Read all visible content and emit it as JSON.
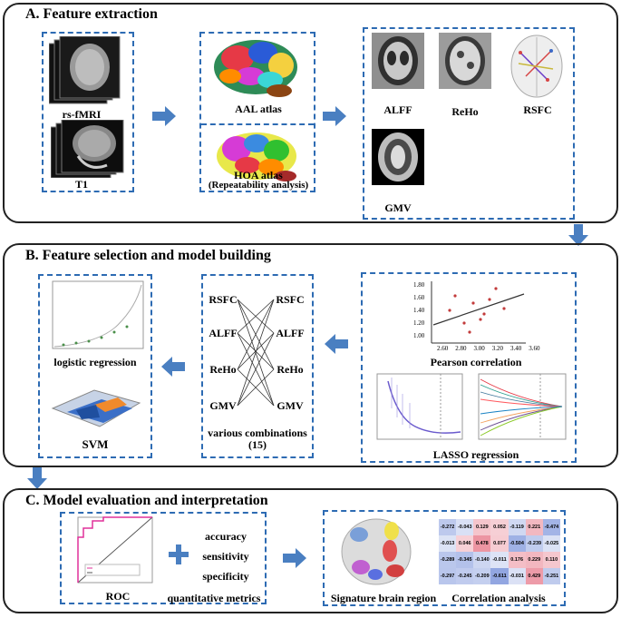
{
  "sections": {
    "a": {
      "title": "A. Feature extraction",
      "rs_fmri": "rs-fMRI",
      "t1": "T1",
      "aal": "AAL atlas",
      "hoa_line1": "HOA atlas",
      "hoa_line2": "(Repeatability analysis)",
      "alff": "ALFF",
      "reho": "ReHo",
      "rsfc": "RSFC",
      "gmv": "GMV"
    },
    "b": {
      "title": "B. Feature selection and model building",
      "logistic": "logistic regression",
      "svm": "SVM",
      "combos_line1": "various combinations",
      "combos_line2": "(15)",
      "pearson": "Pearson correlation",
      "lasso": "LASSO regression",
      "features": [
        "RSFC",
        "ALFF",
        "ReHo",
        "GMV"
      ],
      "pearson_y_ticks": [
        "1.80",
        "1.60",
        "1.40",
        "1.20",
        "1.00"
      ],
      "pearson_x_ticks": [
        "2.60",
        "2.80",
        "3.00",
        "3.20",
        "3.40",
        "3.60"
      ]
    },
    "c": {
      "title": "C. Model evaluation and interpretation",
      "roc": "ROC",
      "metrics": [
        "accuracy",
        "sensitivity",
        "specificity"
      ],
      "quant": "quantitative metrics",
      "signature": "Signature brain region",
      "correlation": "Correlation analysis",
      "heatmap": [
        [
          "-0.272",
          "-0.043",
          "0.129",
          "0.052",
          "-0.119",
          "0.221",
          "-0.474"
        ],
        [
          "-0.013",
          "0.046",
          "0.478",
          "0.077",
          "-0.504",
          "-0.239",
          "-0.025"
        ],
        [
          "-0.289",
          "-0.345",
          "-0.140",
          "-0.011",
          "0.176",
          "0.229",
          "0.110"
        ],
        [
          "-0.297",
          "-0.245",
          "-0.209",
          "-0.611",
          "-0.031",
          "0.429",
          "-0.251"
        ]
      ]
    }
  },
  "colors": {
    "accent": "#2d6bb3",
    "arrow": "#4a7fc1"
  }
}
